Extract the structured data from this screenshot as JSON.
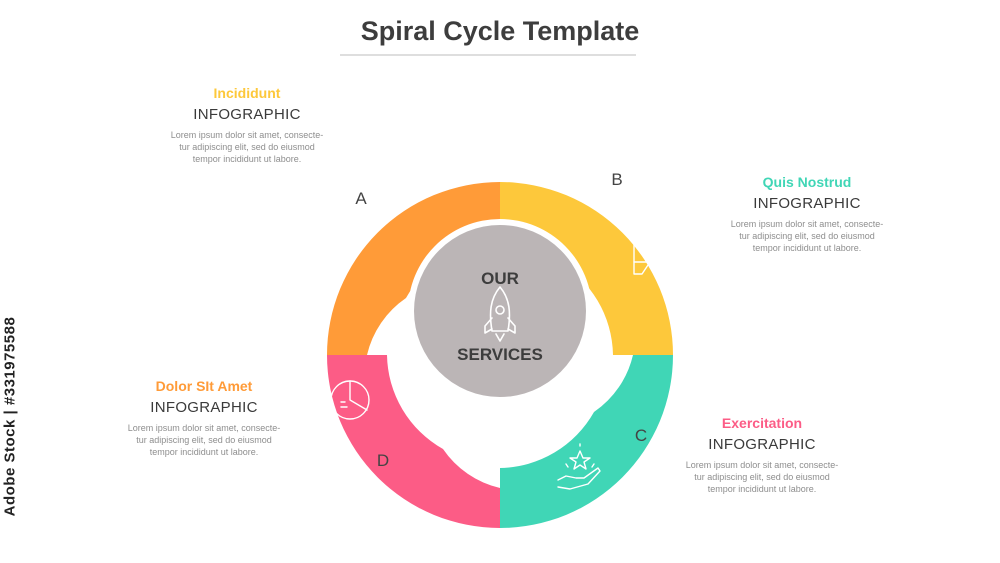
{
  "title": "Spiral Cycle Template",
  "center": {
    "top": "OUR",
    "bottom": "SERVICES"
  },
  "segments": [
    {
      "letter": "A",
      "heading": "Incididunt",
      "subheading": "INFOGRAPHIC",
      "color": "#FDC83B",
      "icon": "award-podium-icon",
      "desc": [
        "Lorem ipsum dolor sit amet, consecte-",
        "tur adipiscing elit, sed do eiusmod",
        "tempor incididunt ut labore."
      ]
    },
    {
      "letter": "B",
      "heading": "Quis Nostrud",
      "subheading": "INFOGRAPHIC",
      "color": "#40D6B6",
      "icon": "envelope-pen-icon",
      "desc": [
        "Lorem ipsum dolor sit amet, consecte-",
        "tur adipiscing elit, sed do eiusmod",
        "tempor incididunt ut labore."
      ]
    },
    {
      "letter": "C",
      "heading": "Exercitation",
      "subheading": "INFOGRAPHIC",
      "color": "#FC5C86",
      "icon": "hand-star-icon",
      "desc": [
        "Lorem ipsum dolor sit amet, consecte-",
        "tur adipiscing elit, sed do eiusmod",
        "tempor incididunt ut labore."
      ]
    },
    {
      "letter": "D",
      "heading": "Dolor SIt Amet",
      "subheading": "INFOGRAPHIC",
      "color": "#FF9B38",
      "icon": "pie-chart-icon",
      "desc": [
        "Lorem ipsum dolor sit amet, consecte-",
        "tur adipiscing elit, sed do eiusmod",
        "tempor incididunt ut labore."
      ]
    }
  ],
  "center_color": "#BBB5B6",
  "watermark": "Adobe Stock | #331975588"
}
